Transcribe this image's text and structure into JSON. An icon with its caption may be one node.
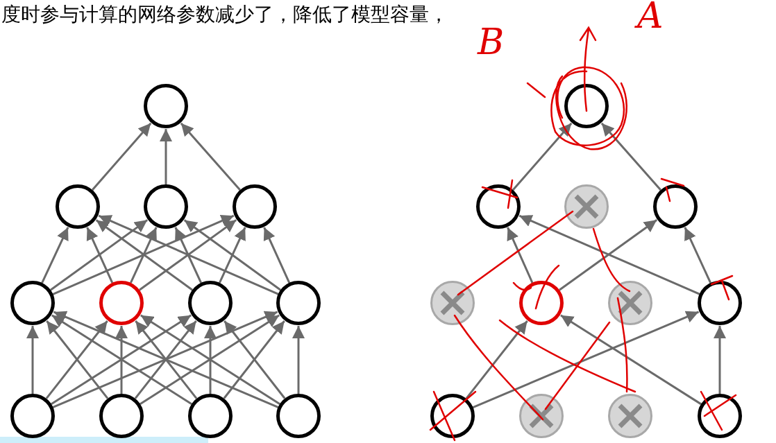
{
  "diagram": {
    "nodes": [
      {
        "text": [],
        "shape": "circle"
      },
      {
        "text": [],
        "shape": "circle"
      },
      {
        "text": [],
        "shape": "circle"
      },
      {
        "text": [],
        "shape": "circle"
      },
      {
        "text": [],
        "shape": "circle"
      },
      {
        "text": [],
        "shape": "circle"
      },
      {
        "text": [],
        "shape": "circle"
      },
      {
        "text": [],
        "shape": "circle"
      },
      {
        "text": [],
        "shape": "circle"
      },
      {
        "text": [],
        "shape": "circle"
      },
      {
        "text": [],
        "shape": "circle"
      },
      {
        "text": [],
        "shape": "circle"
      },
      {
        "text": [],
        "shape": "circle"
      },
      {
        "text": [],
        "shape": "circle"
      },
      {
        "text": [],
        "shape": "circle"
      },
      {
        "text": [],
        "shape": "circle"
      },
      {
        "text": [],
        "shape": "circle"
      },
      {
        "text": [],
        "shape": "circle"
      },
      {
        "text": [],
        "shape": "circle"
      },
      {
        "text": [],
        "shape": "circle"
      },
      {
        "text": [],
        "shape": "circle"
      },
      {
        "text": [],
        "shape": "circle"
      },
      {
        "text": [],
        "shape": "circle"
      },
      {
        "text": [],
        "shape": "circle"
      }
    ],
    "edges": [
      {
        "from": 8,
        "to": 4,
        "arrow": "to"
      },
      {
        "from": 8,
        "to": 5,
        "arrow": "to"
      },
      {
        "from": 8,
        "to": 6,
        "arrow": "to"
      },
      {
        "from": 8,
        "to": 7,
        "arrow": "to"
      },
      {
        "from": 9,
        "to": 4,
        "arrow": "to"
      },
      {
        "from": 9,
        "to": 5,
        "arrow": "to"
      },
      {
        "from": 9,
        "to": 6,
        "arrow": "to"
      },
      {
        "from": 9,
        "to": 7,
        "arrow": "to"
      },
      {
        "from": 10,
        "to": 4,
        "arrow": "to"
      },
      {
        "from": 10,
        "to": 5,
        "arrow": "to"
      },
      {
        "from": 10,
        "to": 6,
        "arrow": "to"
      },
      {
        "from": 10,
        "to": 7,
        "arrow": "to"
      },
      {
        "from": 11,
        "to": 4,
        "arrow": "to"
      },
      {
        "from": 11,
        "to": 5,
        "arrow": "to"
      },
      {
        "from": 11,
        "to": 6,
        "arrow": "to"
      },
      {
        "from": 11,
        "to": 7,
        "arrow": "to"
      },
      {
        "from": 4,
        "to": 1,
        "arrow": "to"
      },
      {
        "from": 4,
        "to": 2,
        "arrow": "to"
      },
      {
        "from": 4,
        "to": 3,
        "arrow": "to"
      },
      {
        "from": 5,
        "to": 1,
        "arrow": "to"
      },
      {
        "from": 5,
        "to": 2,
        "arrow": "to"
      },
      {
        "from": 5,
        "to": 3,
        "arrow": "to"
      },
      {
        "from": 6,
        "to": 1,
        "arrow": "to"
      },
      {
        "from": 6,
        "to": 2,
        "arrow": "to"
      },
      {
        "from": 6,
        "to": 3,
        "arrow": "to"
      },
      {
        "from": 7,
        "to": 1,
        "arrow": "to"
      },
      {
        "from": 7,
        "to": 2,
        "arrow": "to"
      },
      {
        "from": 7,
        "to": 3,
        "arrow": "to"
      },
      {
        "from": 1,
        "to": 0,
        "arrow": "to"
      },
      {
        "from": 2,
        "to": 0,
        "arrow": "to"
      },
      {
        "from": 3,
        "to": 0,
        "arrow": "to"
      },
      {
        "from": 13,
        "to": 12,
        "arrow": "to"
      },
      {
        "from": 15,
        "to": 12,
        "arrow": "to"
      },
      {
        "from": 17,
        "to": 13,
        "arrow": "to"
      },
      {
        "from": 17,
        "to": 15,
        "arrow": "to"
      },
      {
        "from": 19,
        "to": 13,
        "arrow": "to"
      },
      {
        "from": 19,
        "to": 15,
        "arrow": "to"
      },
      {
        "from": 20,
        "to": 17,
        "arrow": "to"
      },
      {
        "from": 20,
        "to": 19,
        "arrow": "to"
      },
      {
        "from": 23,
        "to": 17,
        "arrow": "to"
      },
      {
        "from": 23,
        "to": 19,
        "arrow": "to"
      }
    ],
    "labels": [
      "度时参与计算的网络参数减少了，降低了模型容量，",
      "B",
      "A"
    ]
  }
}
